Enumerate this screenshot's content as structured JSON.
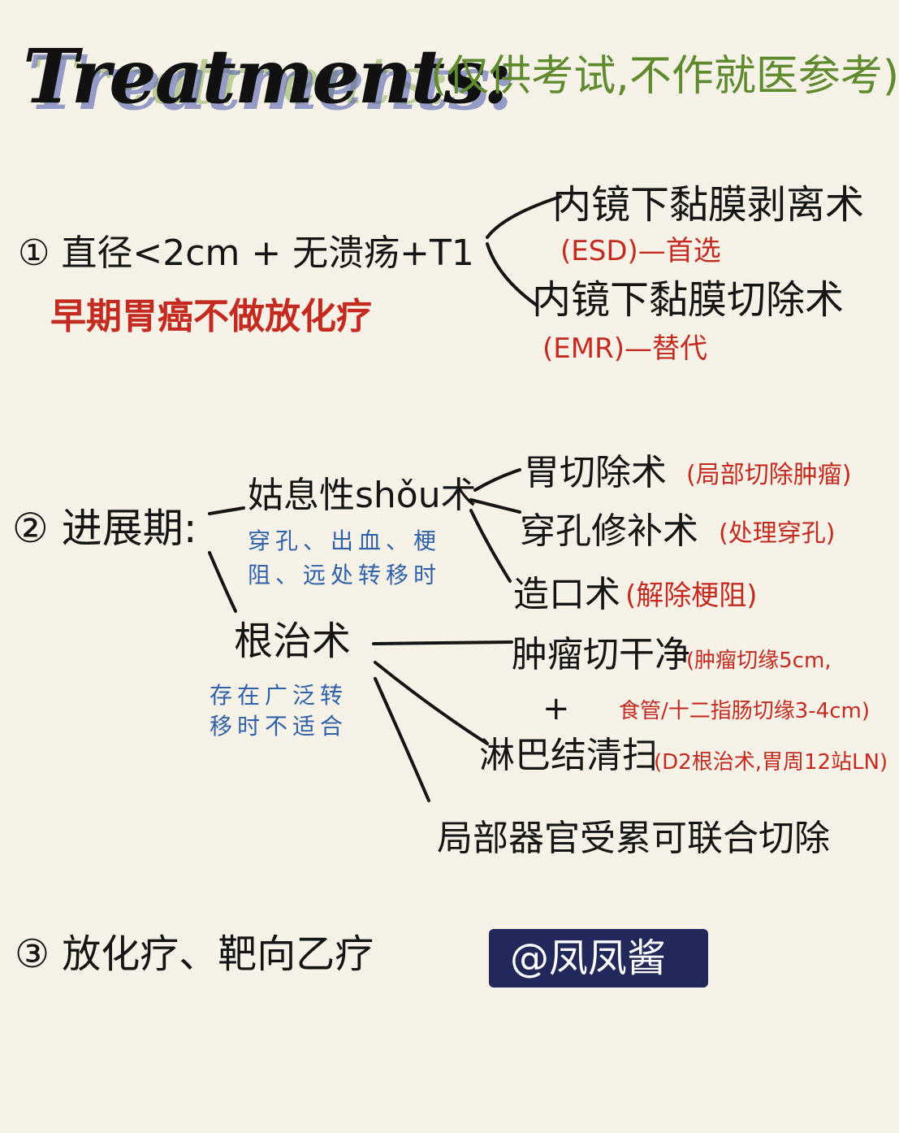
{
  "title": "Treatments:",
  "subtitle": "(仅供考试,不作就医参考)",
  "section1": {
    "heading": "① 直径<2cm + 无溃疡+T1",
    "note": "早期胃癌不做放化疗",
    "branch_esd": "内镜下黏膜剥离术",
    "branch_esd_note": "(ESD)—首选",
    "branch_emr": "内镜下黏膜切除术",
    "branch_emr_note": "(EMR)—替代"
  },
  "section2": {
    "heading": "② 进展期:",
    "palliative": "姑息性shǒu术",
    "palliative_note_line1": "穿孔、出血、梗",
    "palliative_note_line2": "阻、远处转移时",
    "gastrectomy": "胃切除术",
    "gastrectomy_note": "(局部切除肿瘤)",
    "perforation_repair": "穿孔修补术",
    "perforation_repair_note": "(处理穿孔)",
    "ostomy": "造口术",
    "ostomy_note": "(解除梗阻)",
    "radical": "根治术",
    "radical_note_line1": "存在广泛转",
    "radical_note_line2": "移时不适合",
    "tumor_resection": "肿瘤切干净",
    "tumor_margin_note": "(肿瘤切缘5cm,",
    "plus": "+",
    "duodenum_margin_note": "食管/十二指肠切缘3-4cm)",
    "lymph_node": "淋巴结清扫",
    "lymph_node_note": "(D2根治术,胃周12站LN)",
    "combined_resection": "局部器官受累可联合切除"
  },
  "section3": {
    "heading": "③ 放化疗、靶向乙疗"
  },
  "badge": "@凤凤酱",
  "colors": {
    "ink": "#151515",
    "red_note": "#c42a20",
    "blue_note": "#2f62a8",
    "green_subtitle": "#5f8a2e",
    "badge_bg": "#22285a"
  }
}
